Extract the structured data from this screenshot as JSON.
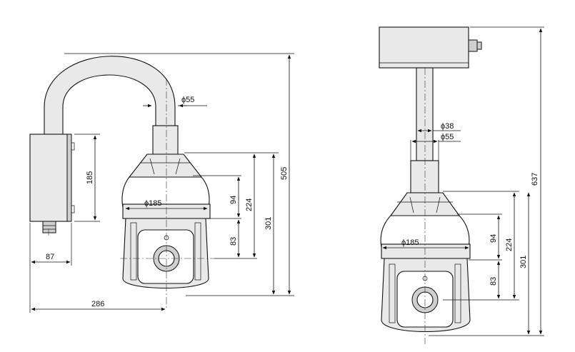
{
  "left_view": {
    "dimensions": {
      "pipe_diameter": "ϕ55",
      "dome_diameter": "ϕ185",
      "box_height": "185",
      "box_width": "87",
      "total_width": "286",
      "total_height": "505",
      "body_height": "301",
      "upper_height": "224",
      "dome_upper": "94",
      "dome_lower": "83"
    }
  },
  "right_view": {
    "dimensions": {
      "inner_pipe_diameter": "ϕ38",
      "pipe_diameter": "ϕ55",
      "dome_diameter": "ϕ185",
      "total_height": "637",
      "body_height": "301",
      "upper_height": "224",
      "dome_upper": "94",
      "dome_lower": "83"
    }
  }
}
